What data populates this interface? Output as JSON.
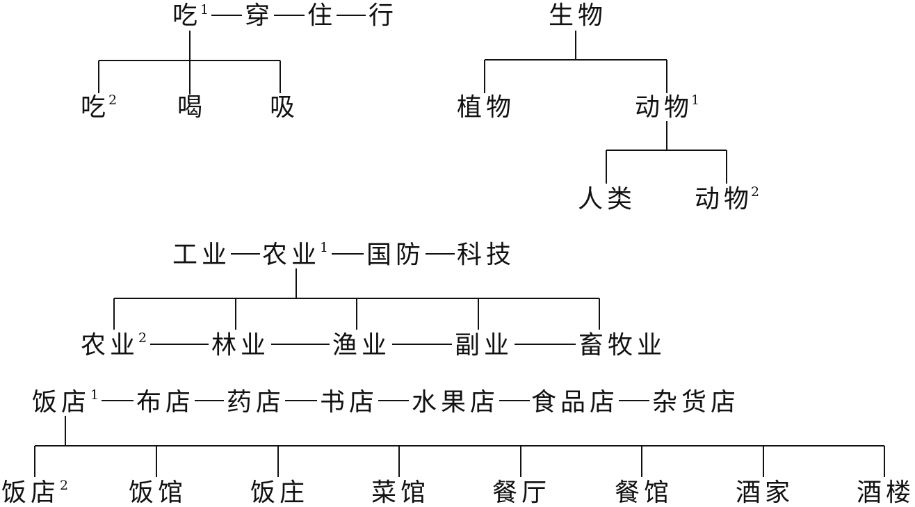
{
  "trees": [
    {
      "id": "eat",
      "root": {
        "chain": [
          {
            "text": "吃",
            "sup": "1"
          },
          {
            "text": "穿"
          },
          {
            "text": "住"
          },
          {
            "text": "行"
          }
        ]
      },
      "children": [
        {
          "text": "吃",
          "sup": "2"
        },
        {
          "text": "喝"
        },
        {
          "text": "吸"
        }
      ]
    },
    {
      "id": "bio",
      "root": {
        "text": "生物"
      },
      "children": [
        {
          "text": "植物"
        },
        {
          "text": "动物",
          "sup": "1"
        }
      ],
      "sub": {
        "parent_index": 1,
        "children": [
          {
            "text": "人类"
          },
          {
            "text": "动物",
            "sup": "2"
          }
        ]
      }
    },
    {
      "id": "industry",
      "root": {
        "chain": [
          {
            "text": "工业"
          },
          {
            "text": "农业",
            "sup": "1"
          },
          {
            "text": "国防"
          },
          {
            "text": "科技"
          }
        ]
      },
      "children": [
        {
          "text": "农业",
          "sup": "2"
        },
        {
          "text": "林业"
        },
        {
          "text": "渔业"
        },
        {
          "text": "副业"
        },
        {
          "text": "畜牧业"
        }
      ]
    },
    {
      "id": "shop",
      "root": {
        "chain": [
          {
            "text": "饭店",
            "sup": "1"
          },
          {
            "text": "布店"
          },
          {
            "text": "药店"
          },
          {
            "text": "书店"
          },
          {
            "text": "水果店"
          },
          {
            "text": "食品店"
          },
          {
            "text": "杂货店"
          }
        ]
      },
      "children": [
        {
          "text": "饭店",
          "sup": "2"
        },
        {
          "text": "饭馆"
        },
        {
          "text": "饭庄"
        },
        {
          "text": "菜馆"
        },
        {
          "text": "餐厅"
        },
        {
          "text": "餐馆"
        },
        {
          "text": "酒家"
        },
        {
          "text": "酒楼"
        }
      ]
    }
  ]
}
